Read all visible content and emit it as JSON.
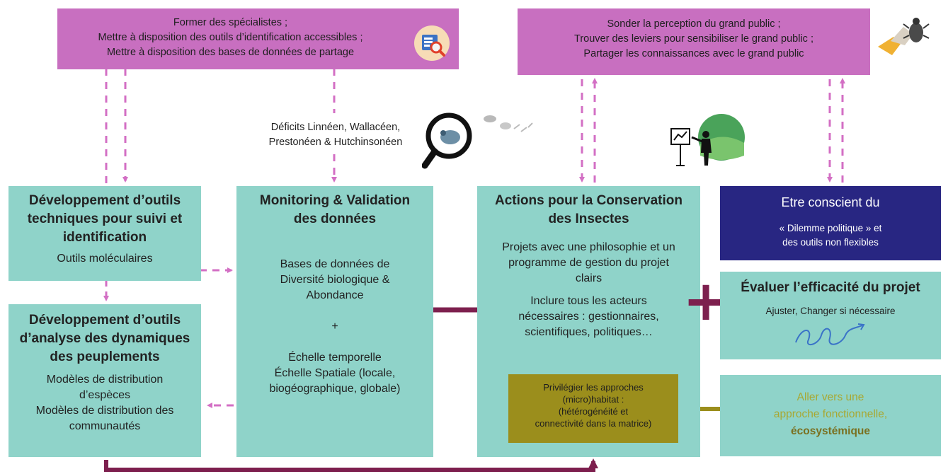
{
  "top_left": {
    "lines": [
      "Former des spécialistes ;",
      "Mettre à disposition des outils d’identification accessibles ;",
      "Mettre à disposition des bases de données de partage"
    ],
    "icon": "magnifier-search-icon"
  },
  "top_right": {
    "lines": [
      "Sonder la perception du grand public ;",
      "Trouver des leviers pour sensibiliser le grand public ;",
      "Partager les connaissances avec le grand public"
    ],
    "icon": "beetle-hand-icon"
  },
  "deficits": {
    "lines": [
      "Déficits Linnéen, Wallacéen,",
      "Prestonéen & Hutchinsonéen"
    ],
    "icon": "magnifier-insect-icon"
  },
  "presenter_icon": "presenter-board-icon",
  "box_tools": {
    "title_lines": [
      "Développement d’outils",
      "techniques pour suivi et",
      "identification"
    ],
    "body": "Outils moléculaires"
  },
  "box_dynamics": {
    "title_lines": [
      "Développement d’outils",
      "d’analyse des dynamiques",
      "des peuplements"
    ],
    "body_lines": [
      "Modèles de distribution",
      "d’espèces",
      "Modèles de distribution des",
      "communautés"
    ]
  },
  "box_monitoring": {
    "title_lines": [
      "Monitoring & Validation",
      "des données"
    ],
    "body_lines": [
      "Bases de données de",
      "Diversité biologique &",
      "Abondance",
      "",
      "+",
      "",
      "Échelle temporelle",
      "Échelle Spatiale (locale,",
      "biogéographique, globale)"
    ]
  },
  "box_actions": {
    "title_lines": [
      "Actions pour la Conservation",
      "des Insectes"
    ],
    "p1": [
      "Projets avec une philosophie et un",
      "programme de gestion du projet",
      "clairs"
    ],
    "p2": [
      "Inclure tous les acteurs",
      "nécessaires : gestionnaires,",
      "scientifiques, politiques…"
    ]
  },
  "box_habitat": {
    "lines": [
      "Privilégier les approches",
      "(micro)habitat :",
      "(hétérogénéité et",
      "connectivité dans la matrice)"
    ]
  },
  "box_aware": {
    "title": "Etre conscient du",
    "lines": [
      "« Dilemme politique » et",
      "des outils non flexibles"
    ]
  },
  "box_evaluate": {
    "title": "Évaluer l’efficacité du projet",
    "body": "Ajuster, Changer si nécessaire",
    "icon": "loop-arrow-icon"
  },
  "box_functional": {
    "lines": [
      "Aller vers une",
      "approche fonctionnelle,"
    ],
    "bold": "écosystémique"
  },
  "plus_sign": "+",
  "colors": {
    "pink": "#c86fc0",
    "teal": "#8fd3c9",
    "navy": "#282682",
    "olive": "#9b8e1c",
    "maroon": "#7d1f4e",
    "dashed_arrow": "#d36fc4",
    "olive_text": "#a8a832"
  }
}
